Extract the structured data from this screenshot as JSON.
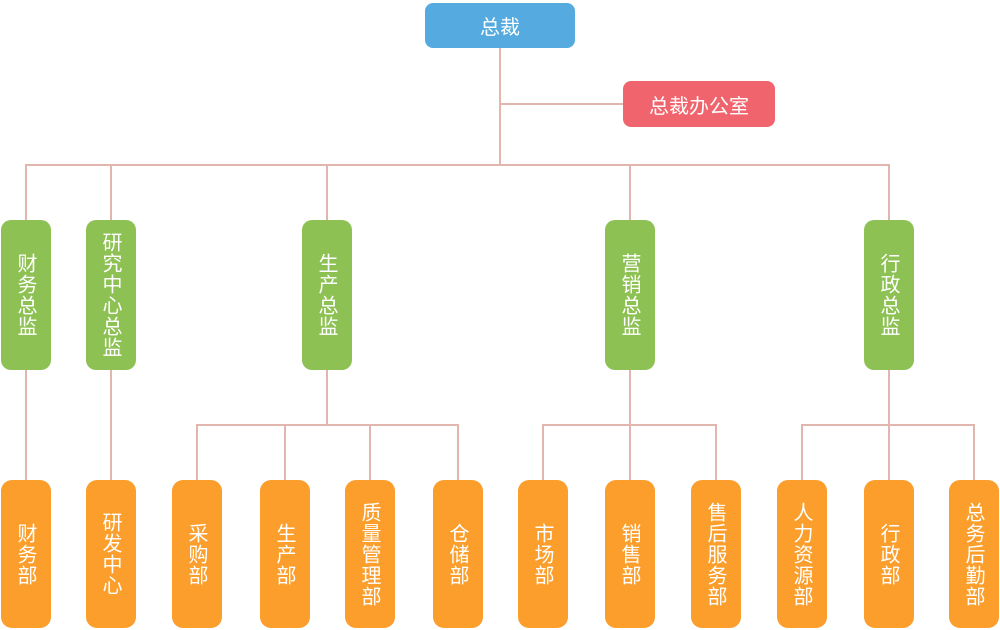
{
  "palette": {
    "root_blue": "#55abdf",
    "office_red": "#f0656d",
    "director_green": "#8dc153",
    "dept_orange": "#fb9e2c",
    "connector_line": "#e2b6af",
    "text": "#ffffff",
    "background": "#ffffff"
  },
  "org_chart": {
    "root": {
      "label": "总裁"
    },
    "staff_office": {
      "label": "总裁办公室"
    },
    "directors": [
      {
        "label": "财务总监"
      },
      {
        "label": "研究中心总监"
      },
      {
        "label": "生产总监"
      },
      {
        "label": "营销总监"
      },
      {
        "label": "行政总监"
      }
    ],
    "departments": [
      {
        "label": "财务部",
        "parent": "财务总监"
      },
      {
        "label": "研发中心",
        "parent": "研究中心总监"
      },
      {
        "label": "采购部",
        "parent": "生产总监"
      },
      {
        "label": "生产部",
        "parent": "生产总监"
      },
      {
        "label": "质量管理部",
        "parent": "生产总监"
      },
      {
        "label": "仓储部",
        "parent": "生产总监"
      },
      {
        "label": "市场部",
        "parent": "营销总监"
      },
      {
        "label": "销售部",
        "parent": "营销总监"
      },
      {
        "label": "售后服务部",
        "parent": "营销总监"
      },
      {
        "label": "人力资源部",
        "parent": "行政总监"
      },
      {
        "label": "行政部",
        "parent": "行政总监"
      },
      {
        "label": "总务后勤部",
        "parent": "行政总监"
      }
    ]
  }
}
